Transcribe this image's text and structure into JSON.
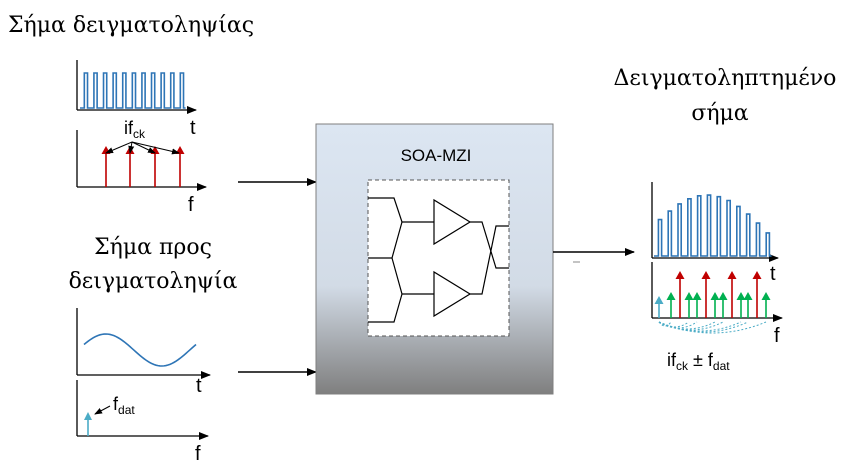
{
  "labels": {
    "sampling_signal_title": "Σήμα δειγματοληψίας",
    "input_signal_title_line1": "Σήμα προς",
    "input_signal_title_line2": "δειγματοληψία",
    "output_title_line1": "Δειγματοληπτημένο",
    "output_title_line2": "σήμα",
    "block_title": "SOA-MZI",
    "axis_t": "t",
    "axis_f": "f",
    "clock_harmonic": "if",
    "clock_harmonic_sub": "ck",
    "data_freq": "f",
    "data_freq_sub": "dat",
    "output_freq_main": "if",
    "output_freq_sub1": "ck",
    "output_freq_pm": " ± f",
    "output_freq_sub2": "dat"
  },
  "colors": {
    "pulse_blue": "#2e75b6",
    "spectrum_red": "#c00000",
    "spectrum_green": "#00b050",
    "spectrum_cyan": "#4bacc6",
    "sine_blue": "#2e75b6",
    "block_top": "#dce6f2",
    "block_bottom": "#7f7f7f"
  },
  "icons": {
    "soa_mzi_schematic": "mach-zehnder-interferometer-icon"
  }
}
